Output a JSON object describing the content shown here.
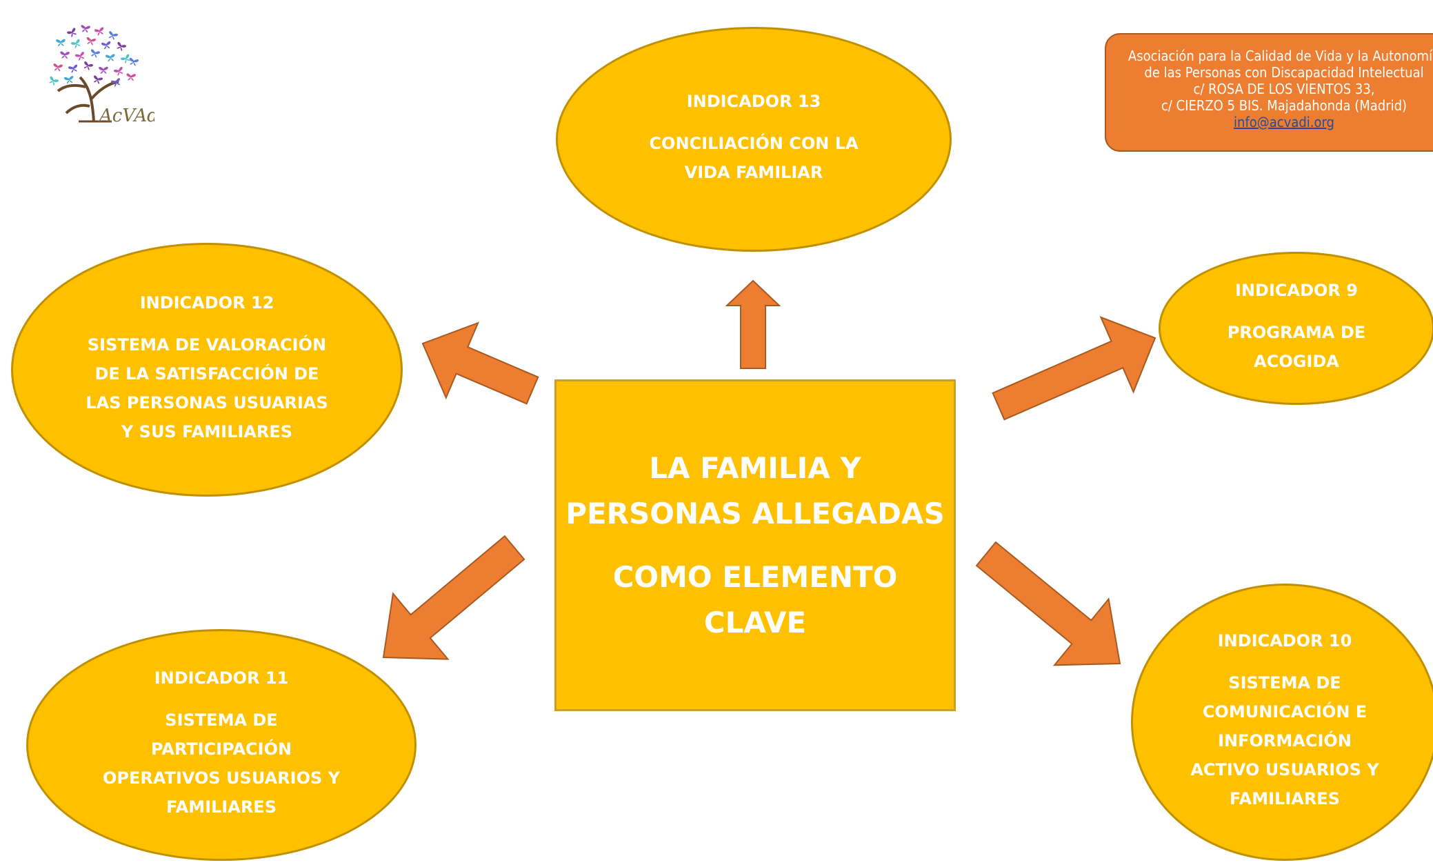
{
  "colors": {
    "node_fill": "#FFC000",
    "node_border": "#BF9000",
    "arrow_fill": "#ED7D31",
    "arrow_border": "#A65A21",
    "contact_fill": "#ED7D31",
    "text": "#FFFFFF",
    "link": "#1F4E9E"
  },
  "logo": {
    "icon": "butterfly-tree-logo",
    "text": "AcVAdi"
  },
  "contact": {
    "line1": "Asociación para la Calidad de Vida y la Autonomía",
    "line2": "de las Personas con Discapacidad Intelectual",
    "line3": "c/ ROSA DE LOS VIENTOS 33,",
    "line4": "c/ CIERZO 5 BIS. Majadahonda (Madrid)",
    "email": "info@acvadi.org"
  },
  "center": {
    "line1": "LA FAMILIA Y",
    "line2": "PERSONAS ALLEGADAS",
    "line3": "COMO ELEMENTO",
    "line4": "CLAVE"
  },
  "indicators": {
    "i13": {
      "title": "INDICADOR 13",
      "lines": [
        "CONCILIACIÓN CON LA",
        "VIDA FAMILIAR"
      ]
    },
    "i12": {
      "title": "INDICADOR 12",
      "lines": [
        "SISTEMA DE VALORACIÓN",
        "DE LA SATISFACCIÓN DE",
        "LAS PERSONAS USUARIAS",
        "Y SUS FAMILIARES"
      ]
    },
    "i9": {
      "title": "INDICADOR 9",
      "lines": [
        "PROGRAMA DE",
        "ACOGIDA"
      ]
    },
    "i11": {
      "title": "INDICADOR 11",
      "lines": [
        "SISTEMA DE",
        "PARTICIPACIÓN",
        "OPERATIVOS USUARIOS Y",
        "FAMILIARES"
      ]
    },
    "i10": {
      "title": "INDICADOR 10",
      "lines": [
        "SISTEMA DE",
        "COMUNICACIÓN E",
        "INFORMACIÓN",
        "ACTIVO USUARIOS Y",
        "FAMILIARES"
      ]
    }
  }
}
